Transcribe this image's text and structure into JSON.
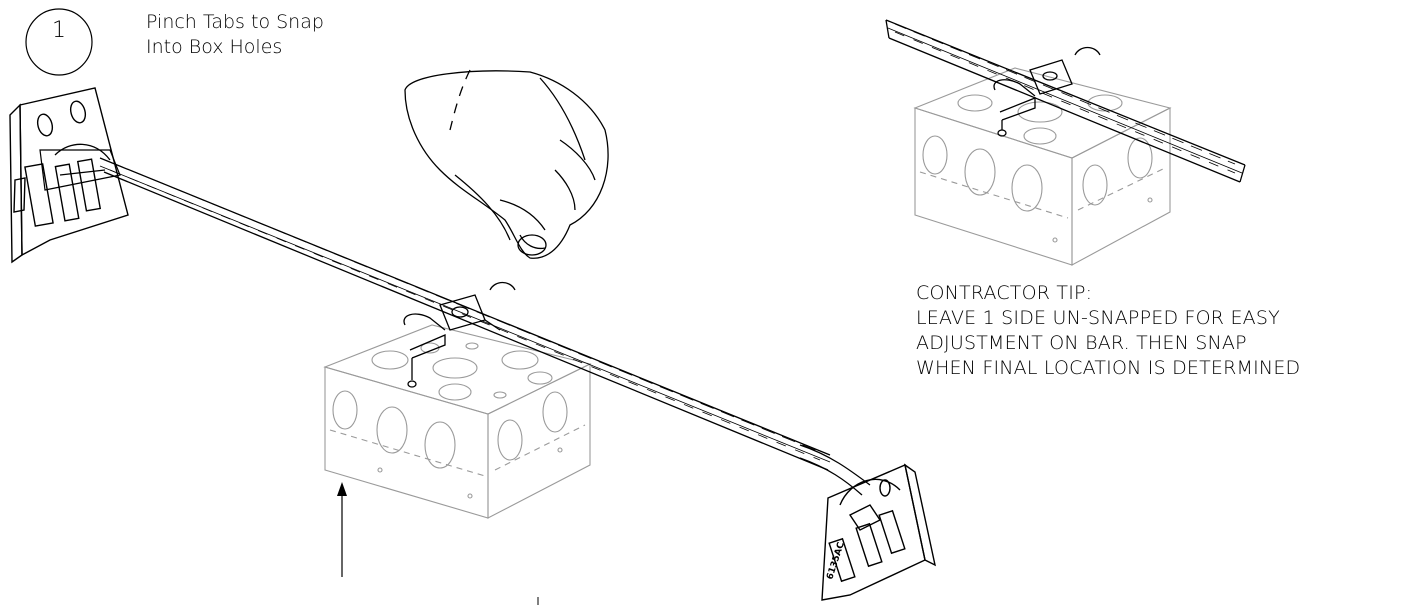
{
  "step": {
    "number": "1",
    "caption_line1": "Pinch Tabs to Snap",
    "caption_line2": "Into Box Holes"
  },
  "tip": {
    "heading": "CONTRACTOR TIP:",
    "line1": "LEAVE 1 SIDE UN-SNAPPED FOR EASY",
    "line2": "ADJUSTMENT ON BAR. THEN SNAP",
    "line3": "WHEN FINAL LOCATION IS DETERMINED"
  },
  "illustration": {
    "bracket_label": "6135AC",
    "line_color": "#000000",
    "box_color": "#9a9a9a"
  }
}
